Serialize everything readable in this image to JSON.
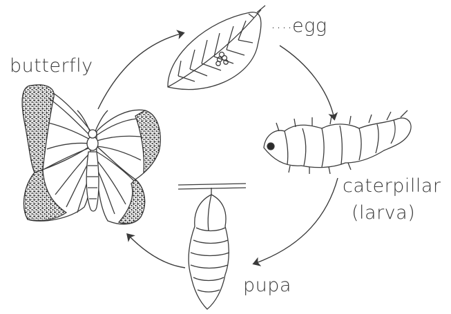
{
  "diagram": {
    "labels": {
      "egg": "egg",
      "egg_leader": "....",
      "butterfly": "butterfly",
      "caterpillar": "caterpillar",
      "larva": "(larva)",
      "pupa": "pupa"
    },
    "stages": [
      "egg",
      "caterpillar",
      "pupa",
      "butterfly"
    ],
    "colors": {
      "ink": "#3a3a3a",
      "wing_stipple": "#2b2b2b",
      "background": "#ffffff"
    }
  }
}
